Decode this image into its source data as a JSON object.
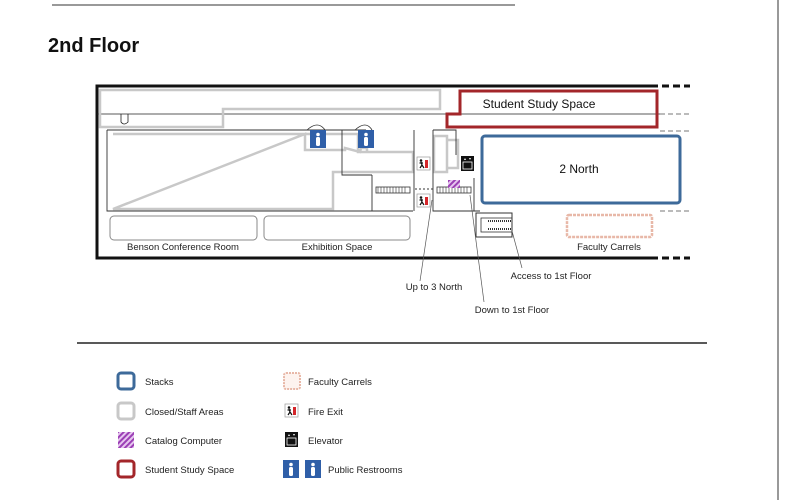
{
  "title": "2nd Floor",
  "colors": {
    "stacks": "#3d6a9a",
    "closed": "#c8c8c8",
    "catalog": "#9b3fb5",
    "study": "#a3262a",
    "carrels": "#e8b8a8",
    "restroom": "#2f5fa8",
    "fire": "#d4262a"
  },
  "map": {
    "study_space": "Student Study Space",
    "north": "2 North",
    "benson": "Benson Conference Room",
    "exhibition": "Exhibition Space",
    "carrels": "Faculty Carrels",
    "callouts": {
      "up3": "Up to 3 North",
      "down1": "Down to 1st Floor",
      "access1": "Access to 1st Floor"
    }
  },
  "legend": [
    {
      "icon": "stacks-swatch",
      "label": "Stacks"
    },
    {
      "icon": "closed-swatch",
      "label": "Closed/Staff Areas"
    },
    {
      "icon": "catalog-swatch",
      "label": "Catalog Computer"
    },
    {
      "icon": "study-swatch",
      "label": "Student Study Space"
    },
    {
      "icon": "carrels-swatch",
      "label": "Faculty Carrels"
    },
    {
      "icon": "fire-exit-icon",
      "label": "Fire Exit"
    },
    {
      "icon": "elevator-icon",
      "label": "Elevator"
    },
    {
      "icon": "restroom-icon",
      "label": "Public Restrooms"
    }
  ]
}
